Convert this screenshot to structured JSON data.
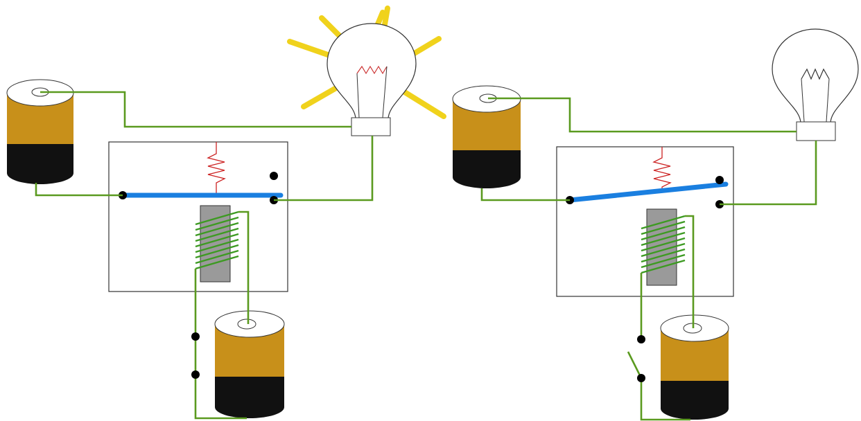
{
  "colors": {
    "background": "#ffffff",
    "wire": "#5a9a1f",
    "armature": "#1a7fe0",
    "coil": "#3d9a22",
    "core": "#9a9a9a",
    "spring": "#cc2222",
    "battery_top": "#c8901a",
    "battery_bottom": "#111111",
    "bulb_glow": "#f0d21c",
    "relay_box_border": "#333333",
    "terminal": "#000000"
  },
  "circuits": [
    {
      "id": "left",
      "control_switch": "closed",
      "relay_contact": "closed",
      "lamp": "lit",
      "icons": [
        "battery-icon",
        "battery-icon",
        "light-bulb-icon",
        "relay-icon",
        "switch-icon"
      ]
    },
    {
      "id": "right",
      "control_switch": "open",
      "relay_contact": "open",
      "lamp": "off",
      "icons": [
        "battery-icon",
        "battery-icon",
        "light-bulb-icon",
        "relay-icon",
        "switch-icon"
      ]
    }
  ]
}
